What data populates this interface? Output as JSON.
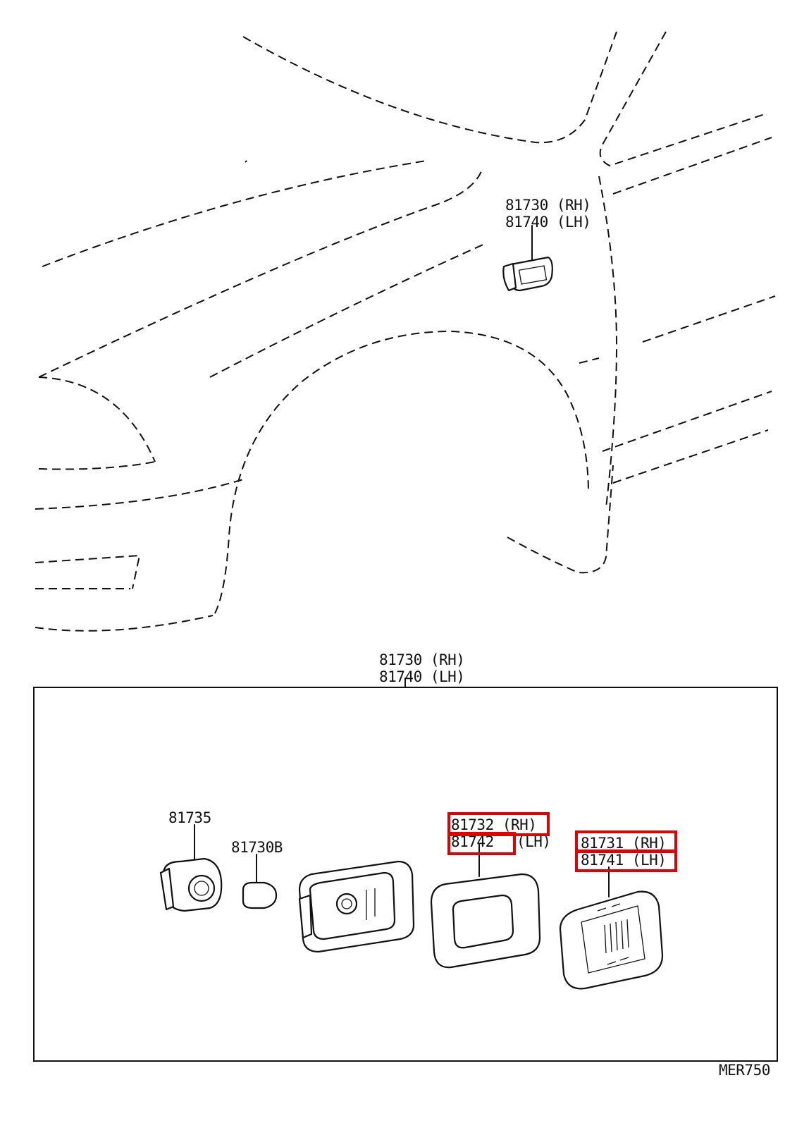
{
  "fender_callout": {
    "line1": "81730 (RH)",
    "line2": "81740 (LH)"
  },
  "box_callout": {
    "line1": "81730 (RH)",
    "line2": "81740 (LH)"
  },
  "parts": {
    "socket": "81735",
    "bulb": "81730B",
    "gasket_rh": "81732 (RH)",
    "gasket_lh_number": "81742",
    "gasket_lh_suffix": "(LH)",
    "lens_rh": "81731 (RH)",
    "lens_lh": "81741 (LH)"
  },
  "diagram_code": "MER750",
  "colors": {
    "highlight": "#e00000",
    "ink": "#111111"
  }
}
